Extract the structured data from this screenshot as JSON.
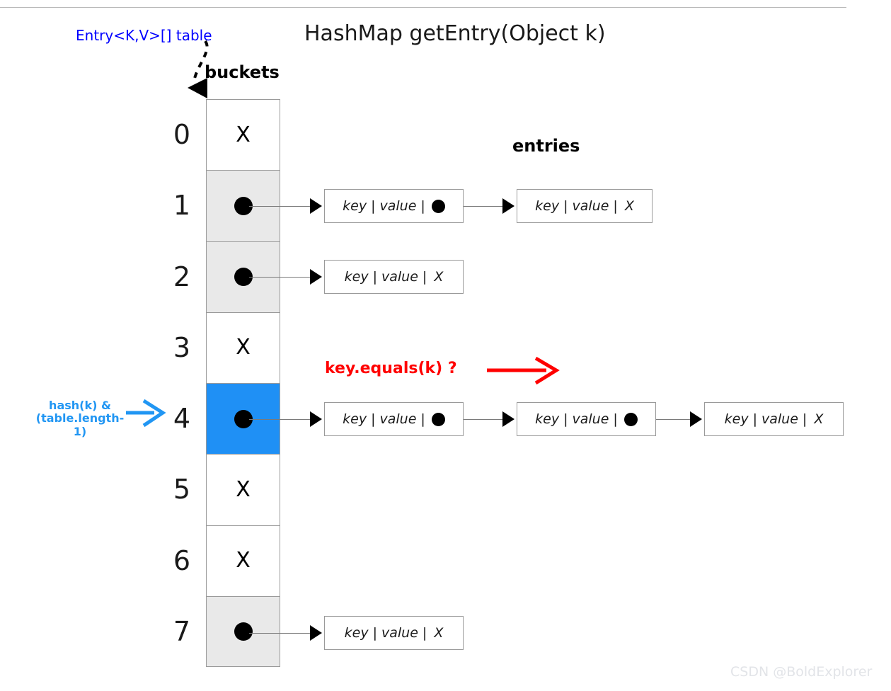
{
  "diagram": {
    "title": "HashMap getEntry(Object k)",
    "table_label": "Entry<K,V>[] table",
    "buckets_label": "buckets",
    "entries_label": "entries",
    "hash_label": "hash(k) &\n(table.length-1)",
    "equals_label": "key.equals(k) ?",
    "watermark": "CSDN @BoldExplorer",
    "colors": {
      "highlight": "#1f90f5",
      "filled_cell": "#e9e9e9",
      "empty_cell": "#ffffff",
      "blue_text": "#0000ff",
      "blue_accent": "#2196f3",
      "red_accent": "#ff0000",
      "border": "#9a9a9a"
    },
    "buckets": [
      {
        "index": "0",
        "state": "empty",
        "marker": "X",
        "entries": []
      },
      {
        "index": "1",
        "state": "filled",
        "marker": "dot",
        "entries": [
          {
            "key": "key",
            "sep": "|",
            "value": "value",
            "next": "dot"
          },
          {
            "key": "key",
            "sep": "|",
            "value": "value",
            "next": "X"
          }
        ]
      },
      {
        "index": "2",
        "state": "filled",
        "marker": "dot",
        "entries": [
          {
            "key": "key",
            "sep": "|",
            "value": "value",
            "next": "X"
          }
        ]
      },
      {
        "index": "3",
        "state": "empty",
        "marker": "X",
        "entries": []
      },
      {
        "index": "4",
        "state": "highlight",
        "marker": "dot",
        "entries": [
          {
            "key": "key",
            "sep": "|",
            "value": "value",
            "next": "dot"
          },
          {
            "key": "key",
            "sep": "|",
            "value": "value",
            "next": "dot"
          },
          {
            "key": "key",
            "sep": "|",
            "value": "value",
            "next": "X"
          }
        ]
      },
      {
        "index": "5",
        "state": "empty",
        "marker": "X",
        "entries": []
      },
      {
        "index": "6",
        "state": "empty",
        "marker": "X",
        "entries": []
      },
      {
        "index": "7",
        "state": "filled",
        "marker": "dot",
        "entries": [
          {
            "key": "key",
            "sep": "|",
            "value": "value",
            "next": "X"
          }
        ]
      }
    ]
  }
}
